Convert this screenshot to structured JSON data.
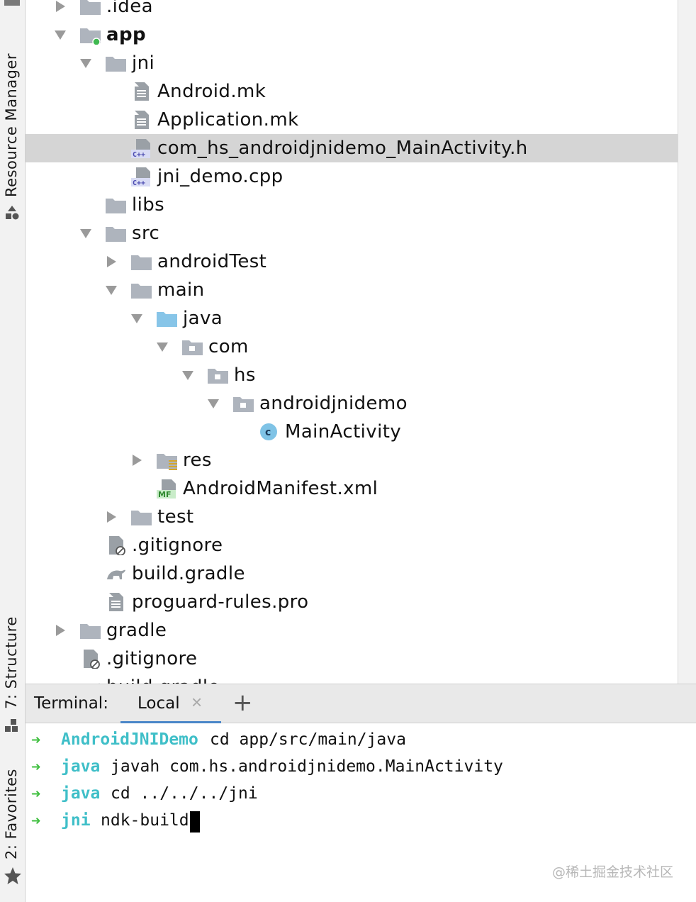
{
  "sidebar": {
    "resource_manager": "Resource Manager",
    "structure": "7: Structure",
    "favorites": "2: Favorites"
  },
  "tree": {
    "rows": [
      {
        "label": ".idea",
        "icon": "folder-icon",
        "arrow": "right"
      },
      {
        "label": "app",
        "icon": "module-folder-icon",
        "arrow": "down",
        "bold": true
      },
      {
        "label": "jni",
        "icon": "folder-icon",
        "arrow": "down"
      },
      {
        "label": "Android.mk",
        "icon": "text-file-icon"
      },
      {
        "label": "Application.mk",
        "icon": "text-file-icon"
      },
      {
        "label": "com_hs_androidjnidemo_MainActivity.h",
        "icon": "cpp-file-icon",
        "selected": true
      },
      {
        "label": "jni_demo.cpp",
        "icon": "cpp-file-icon"
      },
      {
        "label": "libs",
        "icon": "folder-icon"
      },
      {
        "label": "src",
        "icon": "folder-icon",
        "arrow": "down"
      },
      {
        "label": "androidTest",
        "icon": "folder-icon",
        "arrow": "right"
      },
      {
        "label": "main",
        "icon": "folder-icon",
        "arrow": "down"
      },
      {
        "label": "java",
        "icon": "source-folder-icon",
        "arrow": "down"
      },
      {
        "label": "com",
        "icon": "package-icon",
        "arrow": "down"
      },
      {
        "label": "hs",
        "icon": "package-icon",
        "arrow": "down"
      },
      {
        "label": "androidjnidemo",
        "icon": "package-icon",
        "arrow": "down"
      },
      {
        "label": "MainActivity",
        "icon": "class-icon"
      },
      {
        "label": "res",
        "icon": "resource-folder-icon",
        "arrow": "right"
      },
      {
        "label": "AndroidManifest.xml",
        "icon": "manifest-icon"
      },
      {
        "label": "test",
        "icon": "folder-icon",
        "arrow": "right"
      },
      {
        "label": ".gitignore",
        "icon": "ignore-file-icon"
      },
      {
        "label": "build.gradle",
        "icon": "gradle-icon"
      },
      {
        "label": "proguard-rules.pro",
        "icon": "text-file-icon"
      },
      {
        "label": "gradle",
        "icon": "folder-icon",
        "arrow": "right"
      },
      {
        "label": ".gitignore",
        "icon": "ignore-file-icon"
      },
      {
        "label": "build.gradle",
        "icon": "gradle-icon"
      }
    ]
  },
  "terminal": {
    "title": "Terminal:",
    "tab_label": "Local",
    "close_glyph": "×",
    "add_glyph": "+",
    "prompt_glyph": "➜",
    "lines": [
      {
        "dir": "AndroidJNIDemo",
        "cmd": "cd app/src/main/java"
      },
      {
        "dir": "java",
        "cmd": "javah com.hs.androidjnidemo.MainActivity"
      },
      {
        "dir": "java",
        "cmd": "cd ../../../jni"
      },
      {
        "dir": "jni",
        "cmd": "ndk-build"
      }
    ]
  },
  "watermark": "@稀土掘金技术社区",
  "colors": {
    "selection": "#d5d5d5",
    "prompt_arrow": "#3fbf3f",
    "prompt_dir": "#3fbfc8",
    "tab_underline": "#4a86c8",
    "folder": "#aeb4bd",
    "source_folder": "#87c5e8"
  }
}
